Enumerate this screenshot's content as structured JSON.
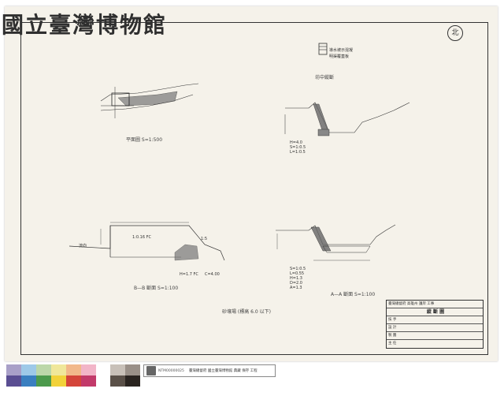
{
  "header": {
    "watermark": "國立臺灣博物館"
  },
  "north_symbol": "北",
  "plan_view": {
    "caption": "平面圖 S=1:500"
  },
  "legend_box": {
    "line1": "導水坡示混凝",
    "line2": "明渠覆蓋板"
  },
  "section_top": {
    "title": "坊中縱斷",
    "labels": [
      "H=4.0",
      "S=1:0.5",
      "L=1:0.5"
    ]
  },
  "section_bb": {
    "caption": "B—B 斷面 S=1:100",
    "slope_label": "1:0.16 FC",
    "labels": [
      "1:5",
      "H=1.7 FC",
      "C=4.00"
    ],
    "flow_label": "流向"
  },
  "section_aa": {
    "caption": "A—A 斷面 S=1:100",
    "labels": [
      "S=1:0.5",
      "L=0.55",
      "H=1.3",
      "D=2.0",
      "A=1.3"
    ]
  },
  "bottom_note": "砂壤場 (標高 6.0 以下)",
  "title_block": {
    "project": "臺灣總督府 高雄州 護岸 工事",
    "header": "縱 斷 圖",
    "rows": [
      "技 手",
      "設 計",
      "製 圖",
      "主 任"
    ]
  },
  "footer": {
    "code": "NTM00000025",
    "text": "臺灣總督府 國立臺灣博物館 典藏 保存 工程"
  },
  "swatches_row1": [
    "#a9a0c8",
    "#9ec9e8",
    "#bcd7a9",
    "#f0e79a",
    "#f2b88a",
    "#f2b5c8"
  ],
  "swatches_row2": [
    "#5a4e92",
    "#3a7fc0",
    "#4c9a4c",
    "#f2d23a",
    "#d4453a",
    "#c23a6a"
  ],
  "swatches_gray": [
    "#c8c0b8",
    "#9a9088",
    "#5a5048",
    "#2a2420"
  ]
}
